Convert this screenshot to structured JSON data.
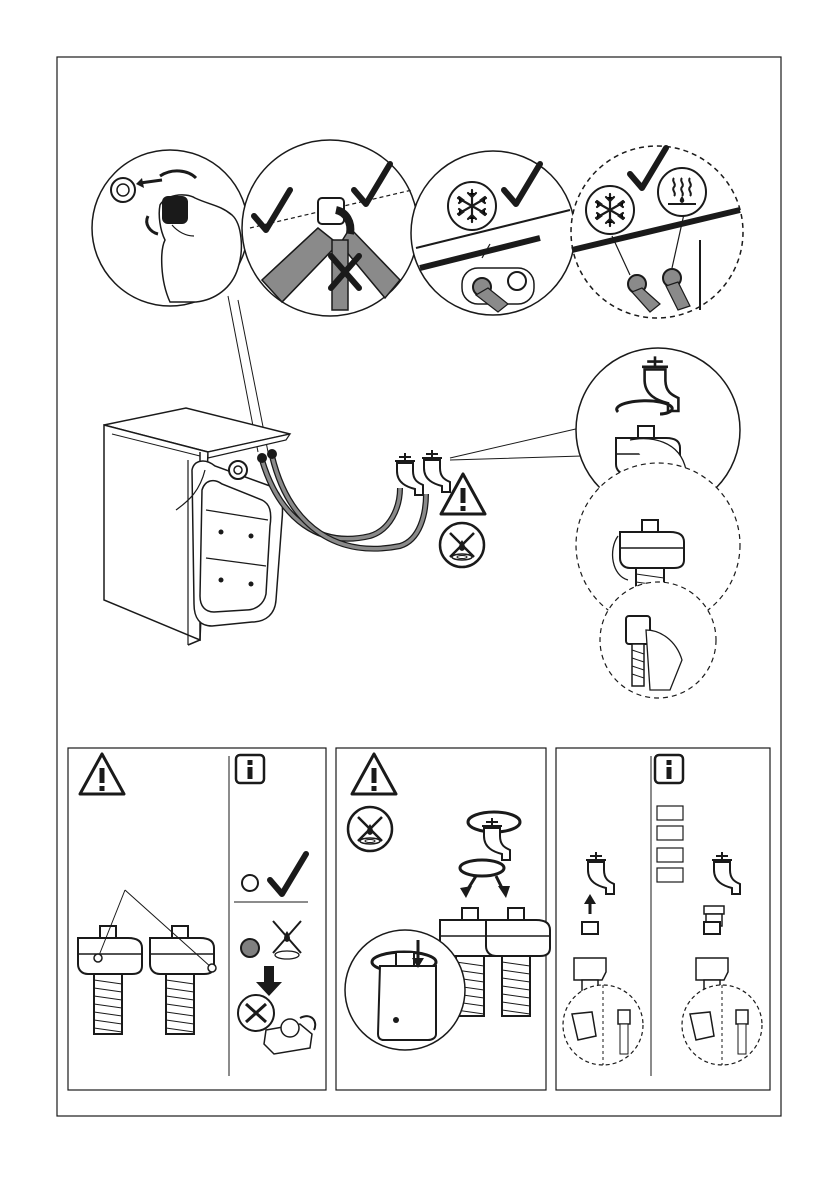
{
  "page": {
    "background": "#ffffff",
    "line_color": "#1a1a1a",
    "hose_color": "#8a8a8a",
    "filled_marker_color": "#808080"
  },
  "top_illustration": {
    "detail_circles": [
      {
        "id": "hose-nut-removal",
        "icons": [
          "hand-icon",
          "rotate-arrow-icon",
          "hose-nut-icon"
        ]
      },
      {
        "id": "hose-angle",
        "icons": [
          "check-icon",
          "check-icon",
          "cross-icon"
        ]
      },
      {
        "id": "cold-inlet",
        "icons": [
          "snowflake-icon",
          "check-icon"
        ]
      },
      {
        "id": "cold-hot-inlets",
        "icons": [
          "snowflake-icon",
          "hot-water-icon",
          "check-icon"
        ]
      }
    ],
    "machine": {
      "icons": [
        "washing-machine-icon",
        "water-hose-icon",
        "water-tap-icon"
      ]
    },
    "warnings": [
      "warning-triangle-icon",
      "no-leak-icon"
    ],
    "tap_detail_circles": [
      "tap-connect",
      "safety-valve-hand",
      "hose-nut-hand"
    ]
  },
  "panels": [
    {
      "id": "panel-1",
      "icons": [
        "warning-triangle-icon",
        "info-icon",
        "empty-indicator-icon",
        "check-icon",
        "filled-indicator-icon",
        "no-leak-icon",
        "arrow-down-icon",
        "service-tools-icon"
      ]
    },
    {
      "id": "panel-2",
      "icons": [
        "warning-triangle-icon",
        "no-leak-icon",
        "tap-rotate-icon",
        "valve-detail-icon"
      ]
    },
    {
      "id": "panel-3",
      "icons": [
        "info-icon",
        "checkbox-list-icon",
        "tap-icon",
        "adapter-icon"
      ]
    }
  ]
}
